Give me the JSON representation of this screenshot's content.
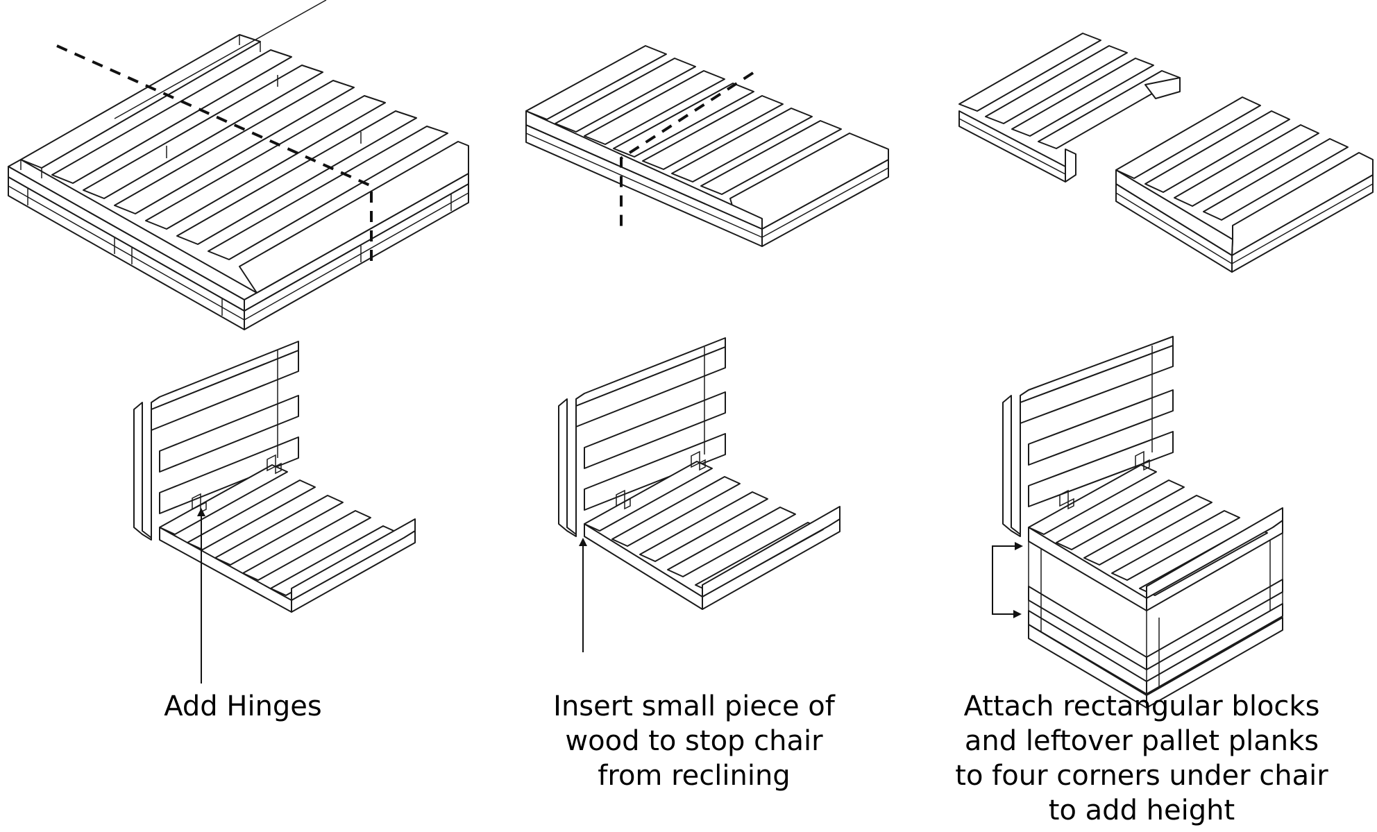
{
  "steps": [
    {
      "id": 1,
      "caption": ""
    },
    {
      "id": 2,
      "caption": ""
    },
    {
      "id": 3,
      "caption": ""
    },
    {
      "id": 4,
      "caption": "Add Hinges"
    },
    {
      "id": 5,
      "caption": "Insert small piece of\nwood to stop chair\nfrom reclining"
    },
    {
      "id": 6,
      "caption": "Attach rectangular blocks\nand leftover pallet planks\nto four corners under chair\nto add height"
    }
  ],
  "colors": {
    "line": "#1a1a1a",
    "background": "#ffffff"
  }
}
